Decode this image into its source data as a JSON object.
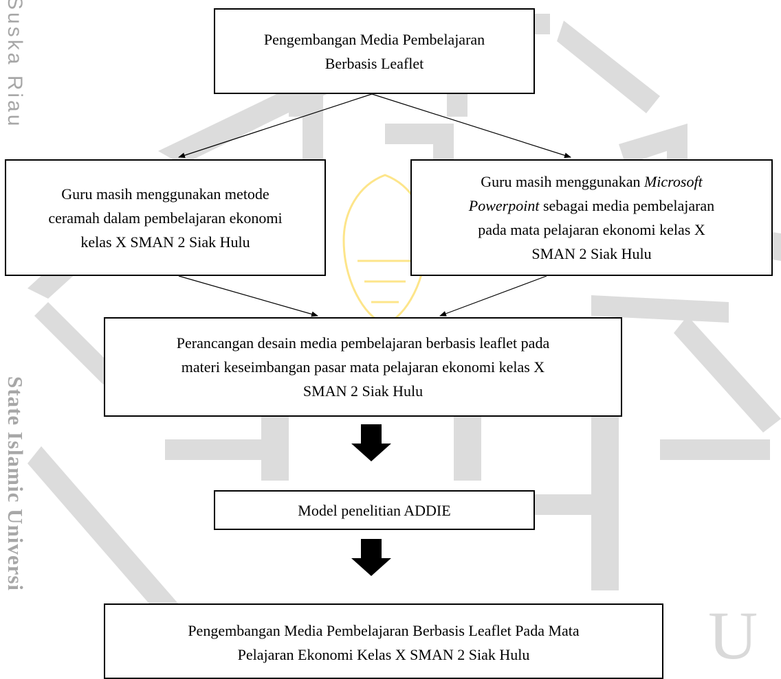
{
  "watermark_text": {
    "side_top": "Suska Riau",
    "side_bottom": "State Islamic Universi",
    "corner_letter": "U"
  },
  "colors": {
    "watermark_gray": "#d9d9d9",
    "watermark_gold": "#fde58a",
    "side_text": "#a7a7a7",
    "stroke": "#000000"
  },
  "boxes": {
    "top": {
      "line1": "Pengembangan Media Pembelajaran",
      "line2": "Berbasis Leaflet"
    },
    "left": {
      "line1": "Guru masih menggunakan metode",
      "line2": "ceramah dalam pembelajaran ekonomi",
      "line3": "kelas X SMAN 2 Siak Hulu"
    },
    "right": {
      "line1_plain": "Guru masih menggunakan ",
      "line1_italic": "Microsoft",
      "line2_italic": "Powerpoint",
      "line2_plain": " sebagai media pembelajaran",
      "line3": "pada mata pelajaran ekonomi kelas X",
      "line4": "SMAN 2 Siak Hulu"
    },
    "design": {
      "line1": "Perancangan desain media pembelajaran berbasis leaflet pada",
      "line2": "materi keseimbangan pasar mata pelajaran ekonomi kelas X",
      "line3": "SMAN 2 Siak Hulu"
    },
    "model": {
      "label": "Model penelitian ADDIE"
    },
    "final": {
      "line1": "Pengembangan Media Pembelajaran Berbasis Leaflet Pada Mata",
      "line2": "Pelajaran Ekonomi Kelas X SMAN 2 Siak Hulu"
    }
  }
}
